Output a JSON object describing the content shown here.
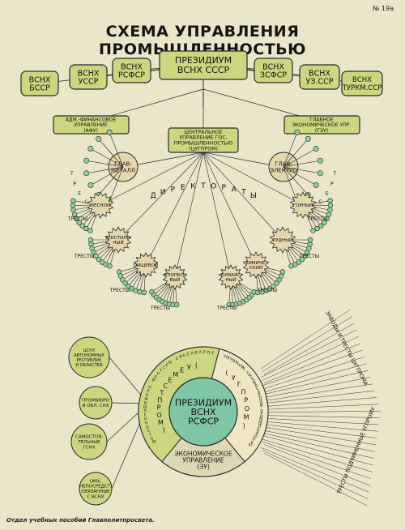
{
  "page_number": "№ 19а",
  "title": "СХЕМА УПРАВЛЕНИЯ ПРОМЫШЛЕННОСТЬЮ",
  "footer": "Отдел учебных пособий Главполитпросвета.",
  "colors": {
    "background": "#ebe5ca",
    "lime": "#ccd67e",
    "sand": "#e4d7ad",
    "teal": "#7fc7a4",
    "green_dot": "#8ccf98",
    "line": "#2a2a2a"
  },
  "top": {
    "presidium": [
      "ПРЕЗИДИУМ",
      "ВСНХ СССР"
    ],
    "republic_councils": [
      [
        "ВСНХ",
        "БССР"
      ],
      [
        "ВСНХ",
        "УССР"
      ],
      [
        "ВСНХ",
        "РСФСР"
      ],
      [
        "ВСНХ",
        "ЗСФСР"
      ],
      [
        "ВСНХ",
        "УЗ.ССР"
      ],
      [
        "ВСНХ",
        "ТУРКМ.ССР"
      ]
    ],
    "afu": [
      "АДМ.-ФИНАНСОВОЕ",
      "УПРАВЛЕНИЕ",
      "(АФУ)"
    ],
    "tsugprom": [
      "ЦЕНТРАЛЬНОЕ",
      "УПРАВЛЕНИЕ ГОС.",
      "ПРОМЫШЛЕННОСТЬЮ",
      "(ЦУГПРОМ)"
    ],
    "geu": [
      "ГЛАВНОЕ",
      "ЭКОНОМИЧЕСКОЕ УПР.",
      "(ГЭУ)"
    ],
    "glavmetall": [
      "ГЛАВ-",
      "МЕТАЛЛ"
    ],
    "glavelektro": [
      "ГЛАВ-",
      "ЭЛЕКТРО"
    ],
    "trests_label": "ТРЕСТЫ",
    "directorates_label": "ДИРЕКТОРАТЫ",
    "directorates": [
      [
        "ЛЕСНОЙ"
      ],
      [
        "ТЕКСТИЛЬ-",
        "НЫЙ"
      ],
      [
        "ПИЩЕВОЙ"
      ],
      [
        "ХЛОПКО-",
        "ВЫЙ"
      ],
      [
        "БУМАЖ-",
        "НЫЙ"
      ],
      [
        "ХИМИЧЕ-",
        "СКИЙ"
      ],
      [
        "РУДНЫЙ"
      ],
      [
        "ГОРНЫЙ"
      ]
    ]
  },
  "bottom": {
    "left_nodes": [
      [
        "ЦСНХ",
        "АВТОНОМНЫХ",
        "РЕСПУБЛИК",
        "И ОБЛАСТЕЙ"
      ],
      [
        "ПРОМБЮРО",
        "И ОБЛ. СНХ"
      ],
      [
        "САМОСТОЯ-",
        "ТЕЛЬНЫЕ",
        "ГСНХ"
      ],
      [
        "ОМХ,",
        "НЕПОСРЕДСТ.",
        "СВЯЗАННЫЕ",
        "С ВСНХ"
      ]
    ],
    "center": [
      "ПРЕЗИДИУМ",
      "ВСНХ",
      "РСФСР"
    ],
    "uemestprom": "(УЕМЕСТПРОМ)",
    "uemestprom_full": "УПРАВЛЕНИЕ МЕСТНОЙ ПРОМЫШЛЕННОСТЬЮ",
    "ugprom": "(УГПРОМ)",
    "ugprom_full": "УПРАВЛЕНИЕ ГОСУДАРСТВЕННОЙ ПРОМЫШЛЕННОСТЬЮ",
    "eu": [
      "ЭКОНОМИЧЕСКОЕ",
      "УПРАВЛЕНИЕ",
      "(ЭУ)"
    ],
    "fan_top": "ЗАВОДЫ И ТРЕСТЫ ЦУГПРОМА",
    "fan_bottom": "ТРЕСТЫ ПОДЧИНЕННЫЕ УГПРОМУ"
  }
}
